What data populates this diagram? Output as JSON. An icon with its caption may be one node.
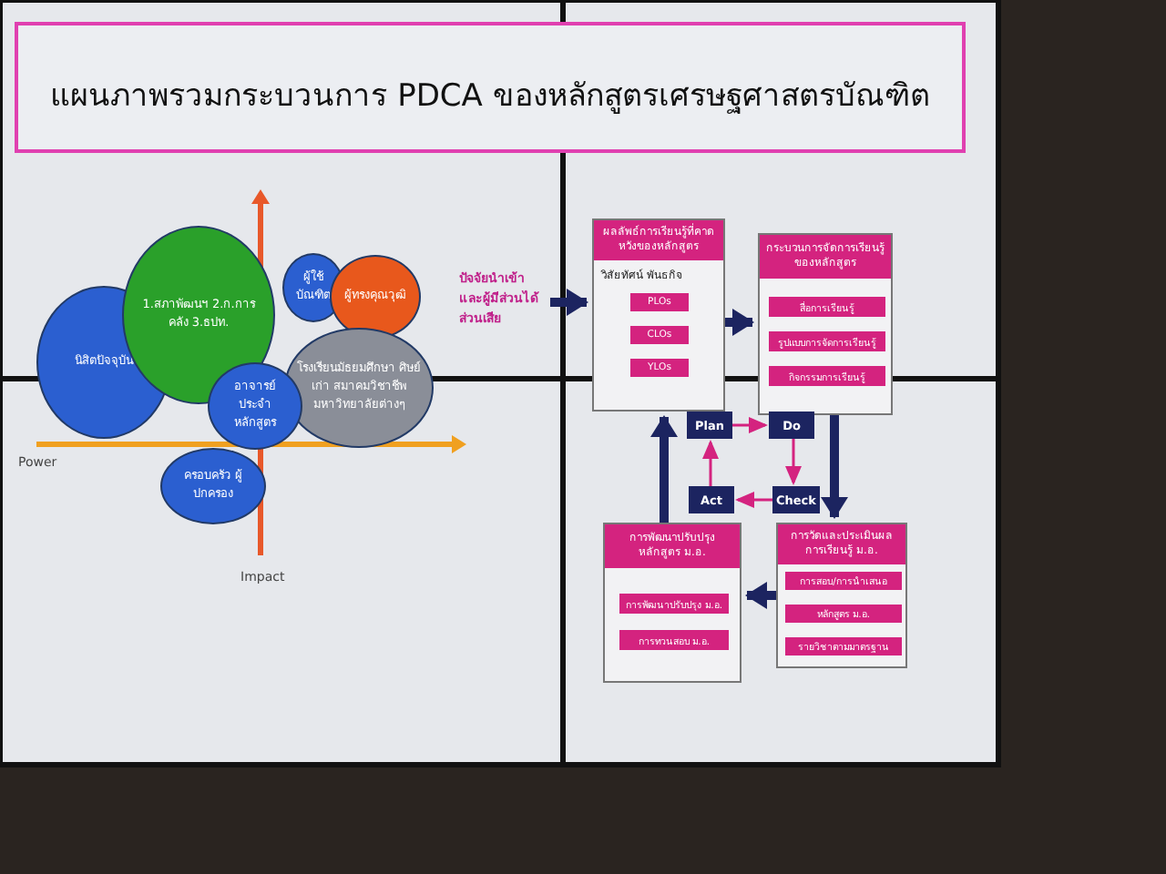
{
  "diagram": {
    "nodes": [
      {
        "text": [
          "แผนภาพรวมกระบวนการ PDCA ของหลักสูตรเศรษฐศาสตรบัณฑิต"
        ]
      },
      {
        "text": [
          "นิสิตปัจจุบัน"
        ]
      },
      {
        "text": [
          "1.สภาพัฒนฯ 2.ก.การคลัง 3.ธปท."
        ]
      },
      {
        "text": [
          "ผู้ใช้บัณฑิต"
        ]
      },
      {
        "text": [
          "ผู้ทรงคุณวุฒิ"
        ]
      },
      {
        "text": [
          "โรงเรียนมัธยมศึกษา ศิษย์เก่า สมาคมวิชาชีพ มหาวิทยาลัยต่างๆ"
        ]
      },
      {
        "text": [
          "อาจารย์ประจำหลักสูตร"
        ]
      },
      {
        "text": [
          "ครอบครัว ผู้ปกครอง"
        ]
      },
      {
        "text": [
          "ปัจจัยนำเข้า และผู้มีส่วนได้ส่วนเสีย"
        ]
      },
      {
        "text": [
          "ผลลัพธ์การเรียนรู้ที่คาดหวังของหลักสูตร",
          "วิสัยทัศน์ พันธกิจ"
        ]
      },
      {
        "text": [
          "PLOs"
        ],
        "in": 9
      },
      {
        "text": [
          "CLOs"
        ],
        "in": 9
      },
      {
        "text": [
          "YLOs"
        ],
        "in": 9
      },
      {
        "text": [
          "กระบวนการจัดการเรียนรู้ของหลักสูตร"
        ]
      },
      {
        "text": [
          "สื่อการเรียนรู้"
        ],
        "in": 13
      },
      {
        "text": [
          "รูปแบบการจัดการเรียนรู้"
        ],
        "in": 13
      },
      {
        "text": [
          "กิจกรรมการเรียนรู้"
        ],
        "in": 13
      },
      {
        "text": [
          "Plan"
        ]
      },
      {
        "text": [
          "Do"
        ]
      },
      {
        "text": [
          "Check"
        ]
      },
      {
        "text": [
          "Act"
        ]
      },
      {
        "text": [
          "การพัฒนาปรับปรุงหลักสูตร ม.อ."
        ]
      },
      {
        "text": [
          "การพัฒนาปรับปรุง ม.อ."
        ],
        "in": 21
      },
      {
        "text": [
          "การทวนสอบ ม.อ."
        ],
        "in": 21
      },
      {
        "text": [
          "การวัดและประเมินผลการเรียนรู้ ม.อ."
        ]
      },
      {
        "text": [
          "การสอบ/การนำเสนอ"
        ],
        "in": 24
      },
      {
        "text": [
          "หลักสูตร ม.อ."
        ],
        "in": 24
      },
      {
        "text": [
          "รายวิชาตามมาตรฐาน"
        ],
        "in": 24
      }
    ],
    "edges": [
      {
        "from": 8,
        "to": 9,
        "arrow": "to"
      },
      {
        "from": 9,
        "to": 13,
        "arrow": "to"
      },
      {
        "from": 17,
        "to": 18,
        "arrow": "to",
        "color": "#d4237f"
      },
      {
        "from": 18,
        "to": 19,
        "arrow": "to",
        "color": "#d4237f"
      },
      {
        "from": 19,
        "to": 20,
        "arrow": "to",
        "color": "#d4237f"
      },
      {
        "from": 20,
        "to": 17,
        "arrow": "to",
        "color": "#d4237f"
      },
      {
        "from": 13,
        "to": 24,
        "arrow": "to"
      },
      {
        "from": 24,
        "to": 21,
        "arrow": "to"
      },
      {
        "from": 21,
        "to": 9,
        "arrow": "to"
      }
    ],
    "labels": [
      "Power",
      "Impact"
    ]
  }
}
